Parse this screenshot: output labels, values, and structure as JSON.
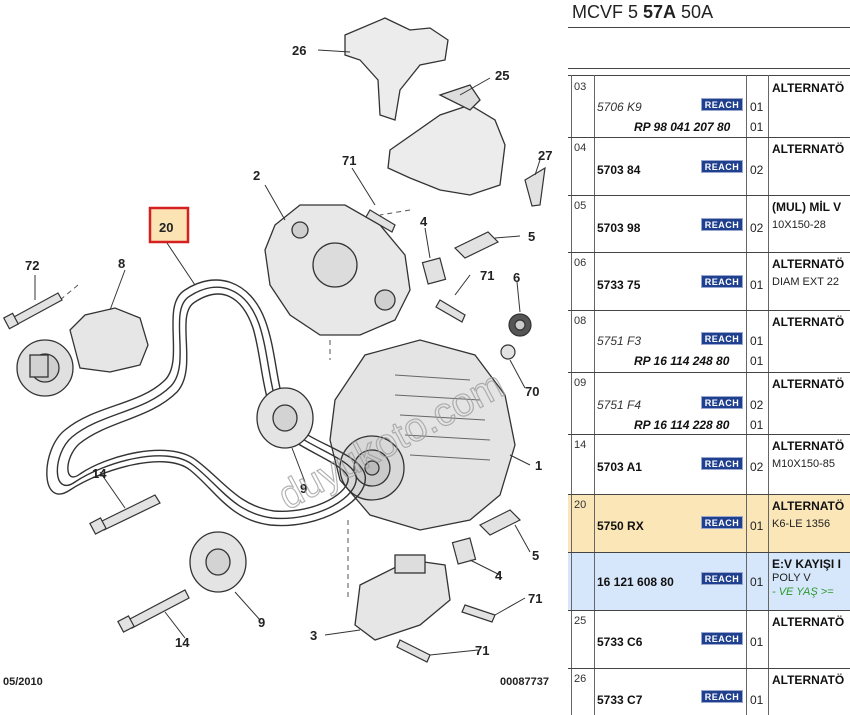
{
  "diagram": {
    "footer_left": "05/2010",
    "footer_right": "00087737",
    "watermark": "duyukoto.com",
    "selected_callout": "20",
    "callouts": [
      "26",
      "25",
      "71",
      "27",
      "2",
      "4",
      "5",
      "20",
      "71",
      "72",
      "8",
      "6",
      "70",
      "1",
      "9",
      "14",
      "5",
      "4",
      "71",
      "3",
      "71",
      "14",
      "9"
    ]
  },
  "panel": {
    "title_prefix": "MCVF 5 ",
    "title_bold": "57A",
    "title_suffix": " 50A",
    "reach_label": "REACH",
    "rows": [
      {
        "num": "03",
        "ref": "5706 K9",
        "ref_italic": true,
        "rp": "RP 98 041 207 80",
        "qty": "01",
        "qty2": "01",
        "desc": "ALTERNATÖ",
        "sub": ""
      },
      {
        "num": "04",
        "ref": "5703 84",
        "ref_italic": false,
        "rp": "",
        "qty": "02",
        "qty2": "",
        "desc": "ALTERNATÖ",
        "sub": ""
      },
      {
        "num": "05",
        "ref": "5703 98",
        "ref_italic": false,
        "rp": "",
        "qty": "02",
        "qty2": "",
        "desc": "(MUL) MİL V",
        "sub": "10X150-28"
      },
      {
        "num": "06",
        "ref": "5733 75",
        "ref_italic": false,
        "rp": "",
        "qty": "01",
        "qty2": "",
        "desc": "ALTERNATÖ",
        "sub": "DIAM EXT 22"
      },
      {
        "num": "08",
        "ref": "5751 F3",
        "ref_italic": true,
        "rp": "RP 16 114 248 80",
        "qty": "01",
        "qty2": "01",
        "desc": "ALTERNATÖ",
        "sub": ""
      },
      {
        "num": "09",
        "ref": "5751 F4",
        "ref_italic": true,
        "rp": "RP 16 114 228 80",
        "qty": "02",
        "qty2": "01",
        "desc": "ALTERNATÖ",
        "sub": ""
      },
      {
        "num": "14",
        "ref": "5703 A1",
        "ref_italic": false,
        "rp": "",
        "qty": "02",
        "qty2": "",
        "desc": "ALTERNATÖ",
        "sub": "M10X150-85"
      },
      {
        "num": "20",
        "ref": "5750 RX",
        "ref_italic": false,
        "rp": "",
        "qty": "01",
        "qty2": "",
        "desc": "ALTERNATÖ",
        "sub": "K6-LE 1356"
      },
      {
        "num": "",
        "ref": "16 121 608 80",
        "ref_italic": false,
        "rp": "",
        "qty": "01",
        "qty2": "",
        "desc": "E:V KAYIŞI I",
        "sub": "POLY V",
        "note": "- VE YAŞ >="
      },
      {
        "num": "25",
        "ref": "5733 C6",
        "ref_italic": false,
        "rp": "",
        "qty": "01",
        "qty2": "",
        "desc": "ALTERNATÖ",
        "sub": ""
      },
      {
        "num": "26",
        "ref": "5733 C7",
        "ref_italic": false,
        "rp": "",
        "qty": "01",
        "qty2": "",
        "desc": "ALTERNATÖ",
        "sub": ""
      }
    ]
  },
  "colors": {
    "highlight_row": "#fbe6b8",
    "highlight_row_alt": "#d6e6fb",
    "reach_badge": "#1f3f8f",
    "callout_box": "#d42020",
    "callout_box_fill": "#fbe3b3"
  }
}
